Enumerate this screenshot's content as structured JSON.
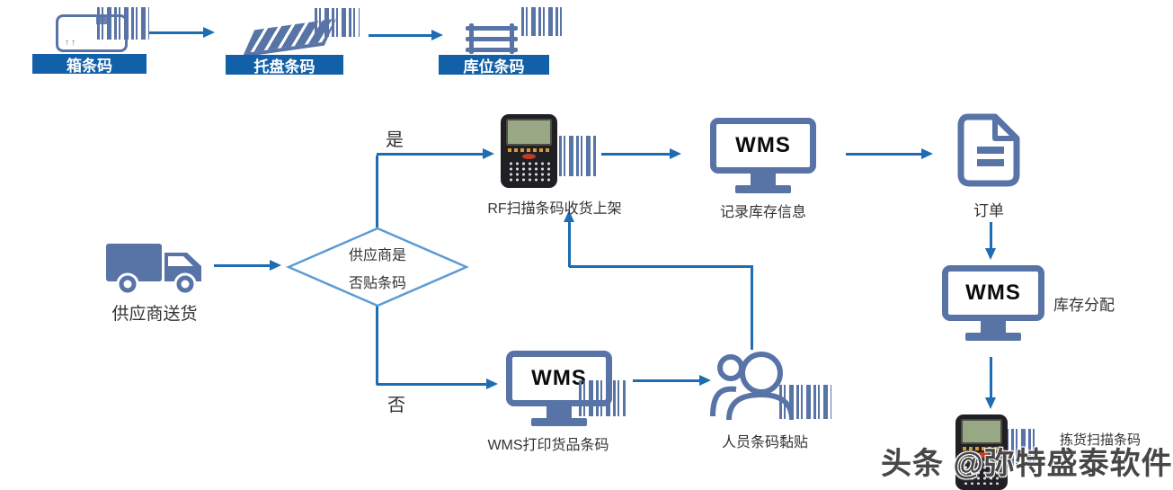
{
  "palette": {
    "icon_blue": "#5873A6",
    "label_bar_blue": "#1260A8",
    "arrow_blue": "#1E6CB2",
    "diamond_outline": "#5B9BD5",
    "text_dark": "#333333",
    "watermark_gray": "#474747"
  },
  "legend": {
    "items": [
      {
        "name": "box",
        "label": "箱条码",
        "marks": "↑↑"
      },
      {
        "name": "pallet",
        "label": "托盘条码"
      },
      {
        "name": "rack",
        "label": "库位条码"
      }
    ]
  },
  "flow": {
    "supplier_label": "供应商送货",
    "decision_line1": "供应商是",
    "decision_line2": "否贴条码",
    "yes_label": "是",
    "no_label": "否",
    "rf_scan_label": "RF扫描条码收货上架",
    "record_label": "记录库存信息",
    "order_label": "订单",
    "allocate_label": "库存分配",
    "pick_label": "拣货扫描条码",
    "print_label": "WMS打印货品条码",
    "stick_label": "人员条码黏贴",
    "wms_screen_text": "WMS"
  },
  "watermark": {
    "text": "头条 @弥特盛泰软件"
  }
}
